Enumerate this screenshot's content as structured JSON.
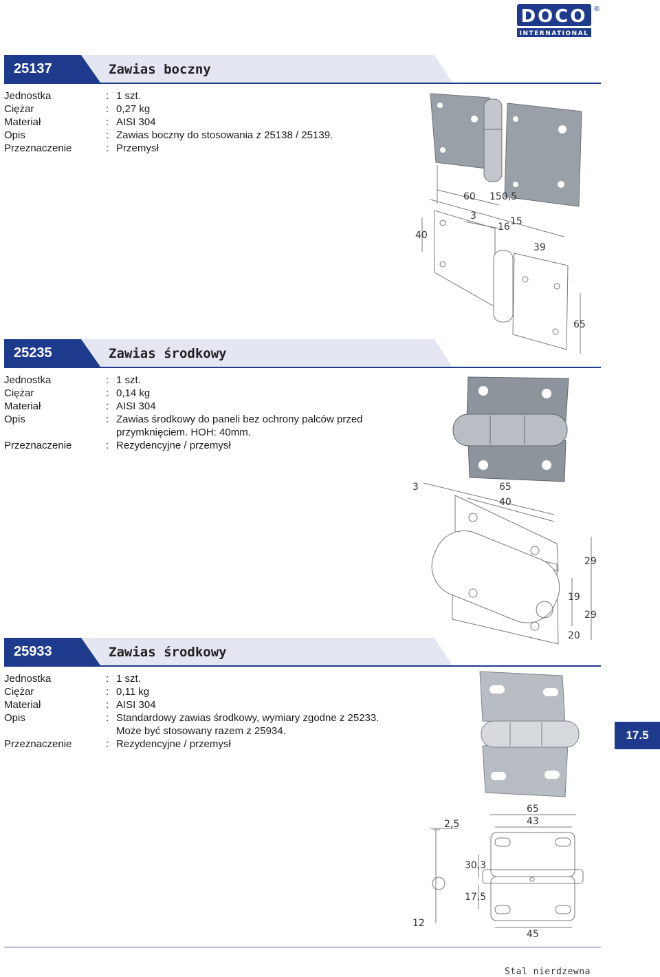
{
  "brand": {
    "name": "DOCO",
    "sub": "INTERNATIONAL",
    "reg": "®"
  },
  "labels": {
    "unit": "Jednostka",
    "weight": "Ciężar",
    "material": "Materiał",
    "desc": "Opis",
    "purpose": "Przeznaczenie",
    "colon": ":"
  },
  "products": [
    {
      "code": "25137",
      "title": "Zawias boczny",
      "unit": "1 szt.",
      "weight": "0,27 kg",
      "material": "AISI 304",
      "desc": "Zawias boczny do stosowania z 25138 / 25139.",
      "purpose": "Przemysł",
      "dims": [
        "60",
        "150,5",
        "3",
        "16",
        "15",
        "39",
        "40",
        "65"
      ]
    },
    {
      "code": "25235",
      "title": "Zawias środkowy",
      "unit": "1 szt.",
      "weight": "0,14 kg",
      "material": "AISI 304",
      "desc1": "Zawias środkowy do paneli bez ochrony palców przed",
      "desc2": "przymknięciem. HOH: 40mm.",
      "purpose": "Rezydencyjne / przemysł",
      "dims": [
        "3",
        "65",
        "40",
        "29",
        "19",
        "29",
        "20"
      ]
    },
    {
      "code": "25933",
      "title": "Zawias środkowy",
      "unit": "1 szt.",
      "weight": "0,11 kg",
      "material": "AISI 304",
      "desc1": "Standardowy zawias środkowy, wymiary zgodne z 25233.",
      "desc2": "Może być stosowany razem z 25934.",
      "purpose": "Rezydencyjne / przemysł",
      "dims": [
        "65",
        "43",
        "2,5",
        "30,3",
        "17,5",
        "12",
        "45"
      ]
    }
  ],
  "page_tab": "17.5",
  "footer": "Stal nierdzewna",
  "colors": {
    "accent": "#1e3a8c",
    "band": "#e4e6f2"
  }
}
